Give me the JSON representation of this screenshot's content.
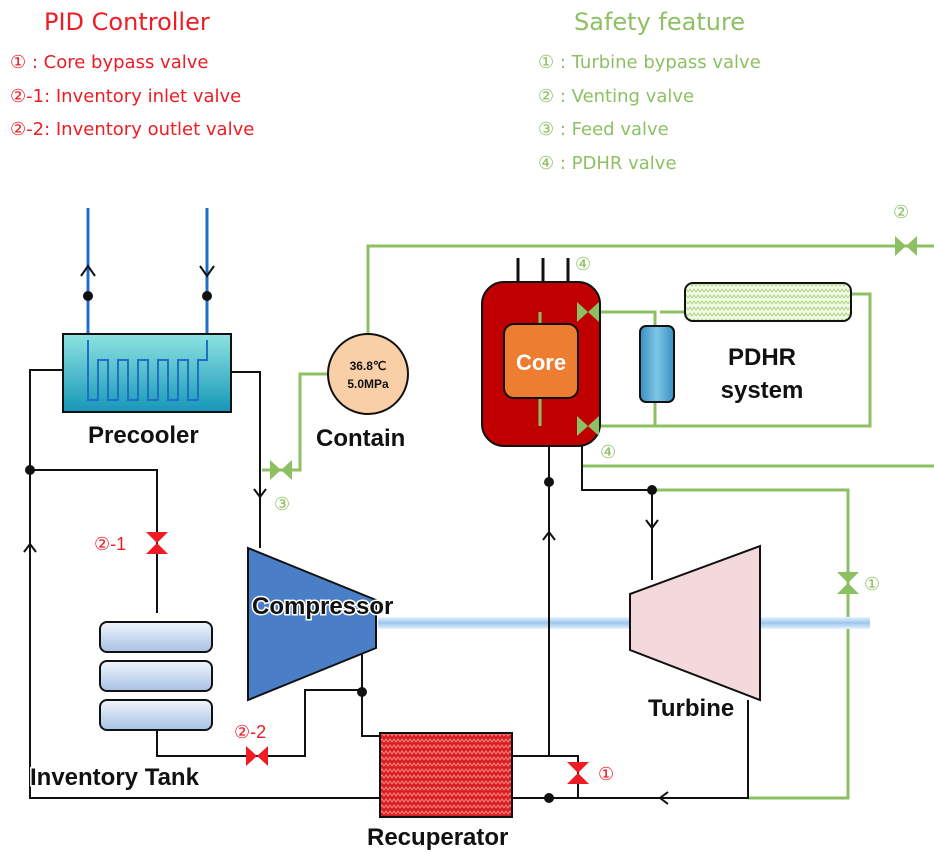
{
  "pid_legend": {
    "title": "PID Controller",
    "items": [
      {
        "marker": "①",
        "text": "  : Core bypass valve"
      },
      {
        "marker": "②",
        "text": "-1: Inventory inlet valve"
      },
      {
        "marker": "②",
        "text": "-2: Inventory outlet valve"
      }
    ]
  },
  "safety_legend": {
    "title": "Safety feature",
    "items": [
      {
        "marker": "①",
        "text": "  : Turbine bypass valve"
      },
      {
        "marker": "②",
        "text": "  : Venting valve"
      },
      {
        "marker": "③",
        "text": "  : Feed valve"
      },
      {
        "marker": "④",
        "text": "  : PDHR valve"
      }
    ]
  },
  "components": {
    "precooler": "Precooler",
    "contain": "Contain",
    "contain_temp": "36.8℃",
    "contain_pressure": "5.0MPa",
    "core": "Core",
    "pdhr_line1": "PDHR",
    "pdhr_line2": "system",
    "compressor": "Compressor",
    "turbine": "Turbine",
    "inventory_tank": "Inventory Tank",
    "recuperator": "Recuperator"
  },
  "valve_tags": {
    "inv_inlet": "②-1",
    "inv_outlet": "②-2",
    "core_bypass": "①",
    "turbine_bypass": "①",
    "venting": "②",
    "feed": "③",
    "pdhr_top": "④",
    "pdhr_bottom": "④"
  },
  "colors": {
    "pid_red": "#ee1c24",
    "safety_green": "#8dc063",
    "core_red": "#c00000",
    "core_orange": "#ed7d31",
    "precooler_teal": "#1fb3c9",
    "compressor_blue": "#4a7ec7",
    "turbine_pink": "#f4d9dc",
    "shaft_blue": "#a9cdf1",
    "recuperator_red": "#d81f26",
    "tank_blue": "#c7d8f0"
  }
}
